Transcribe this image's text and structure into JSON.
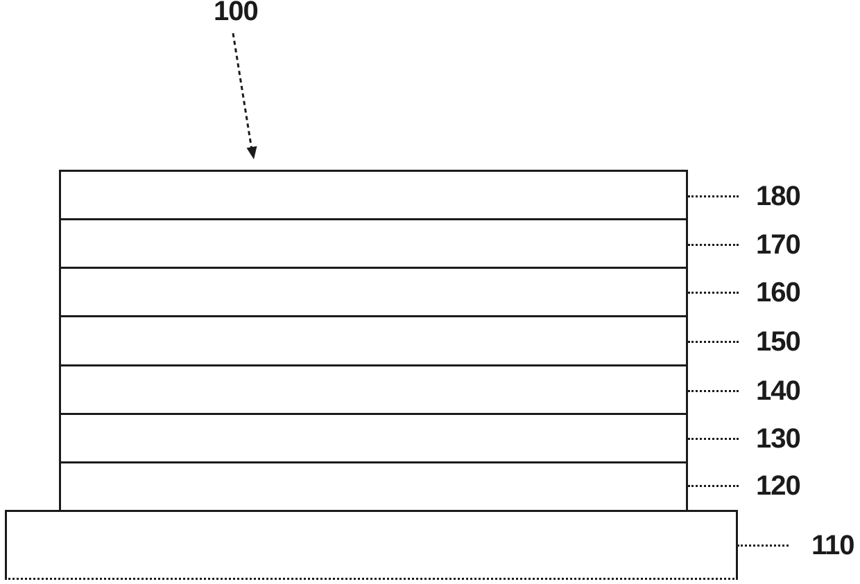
{
  "figure": {
    "assembly_reference": "100",
    "layers": [
      {
        "label": "180"
      },
      {
        "label": "170"
      },
      {
        "label": "160"
      },
      {
        "label": "150"
      },
      {
        "label": "140"
      },
      {
        "label": "130"
      },
      {
        "label": "120"
      }
    ],
    "substrate": {
      "label": "110"
    },
    "colors": {
      "ink": "#1b1b1b",
      "background": "#ffffff"
    }
  }
}
